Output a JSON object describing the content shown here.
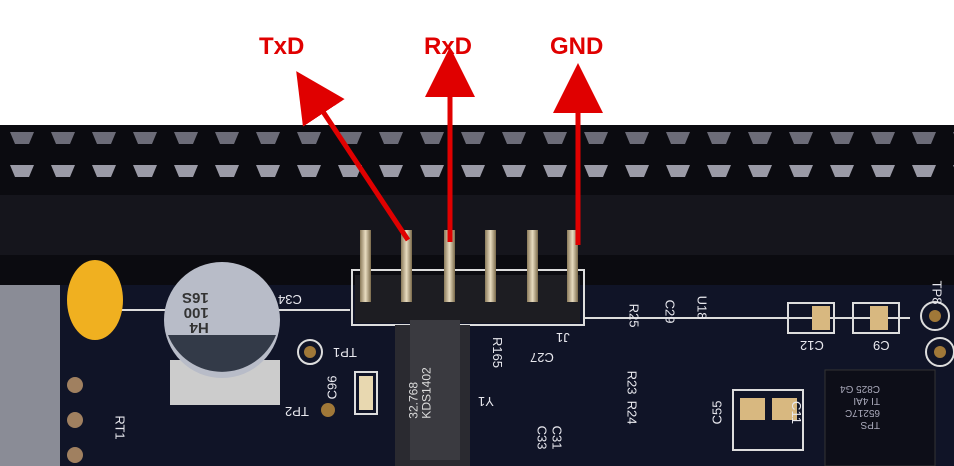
{
  "labels": {
    "txd": "TxD",
    "rxd": "RxD",
    "gnd": "GND"
  },
  "colors": {
    "annotation": "#e00000",
    "board": "#101427",
    "header": "#0b0b10"
  },
  "silkscreen": {
    "c34": "C34",
    "j1": "J1",
    "tp1": "TP1",
    "tp2": "TP2",
    "c96": "C96",
    "y1": "Y1",
    "rt1": "RT1",
    "r25": "R25",
    "c29": "C29",
    "u18": "U18",
    "c12": "C12",
    "c9": "C9",
    "tp8": "TP8",
    "r23": "R23",
    "r24": "R24",
    "c55": "C55",
    "c11": "C11",
    "c31": "C31",
    "c33": "C33",
    "r165": "R165",
    "c27": "C27"
  },
  "components": {
    "capacitor_marking": [
      "H4",
      "100",
      "16S"
    ],
    "crystal_marking": [
      "32.768",
      "KDS1402"
    ],
    "ic_marking": [
      "TPS",
      "65217C",
      "TI 4AI",
      "C825 G4"
    ]
  }
}
